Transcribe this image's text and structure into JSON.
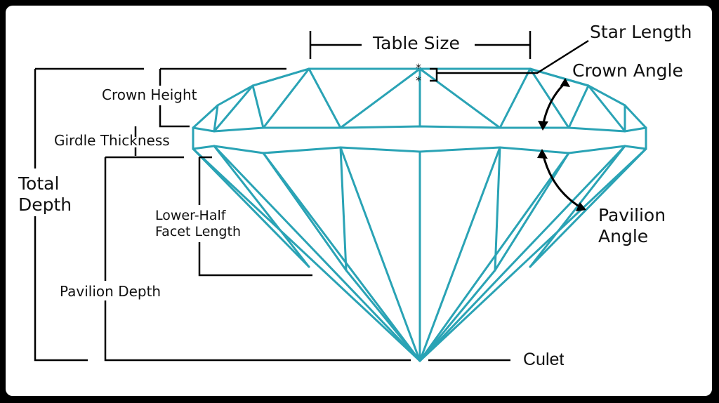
{
  "labels": {
    "table_size": "Table Size",
    "star_length": "Star Length",
    "crown_angle": "Crown Angle",
    "crown_height": "Crown Height",
    "girdle_thickness": "Girdle Thickness",
    "total_depth_line1": "Total",
    "total_depth_line2": "Depth",
    "lower_half_line1": "Lower-Half",
    "lower_half_line2": "Facet Length",
    "pavilion_angle_line1": "Pavilion",
    "pavilion_angle_line2": "Angle",
    "pavilion_depth": "Pavilion Depth",
    "culet": "Culet",
    "star_marker_top": "*",
    "star_marker_bottom": "*"
  },
  "colors": {
    "diamond_outline": "#2aa3b5",
    "dimension_lines": "#000000",
    "background": "#ffffff",
    "frame": "#000000"
  }
}
